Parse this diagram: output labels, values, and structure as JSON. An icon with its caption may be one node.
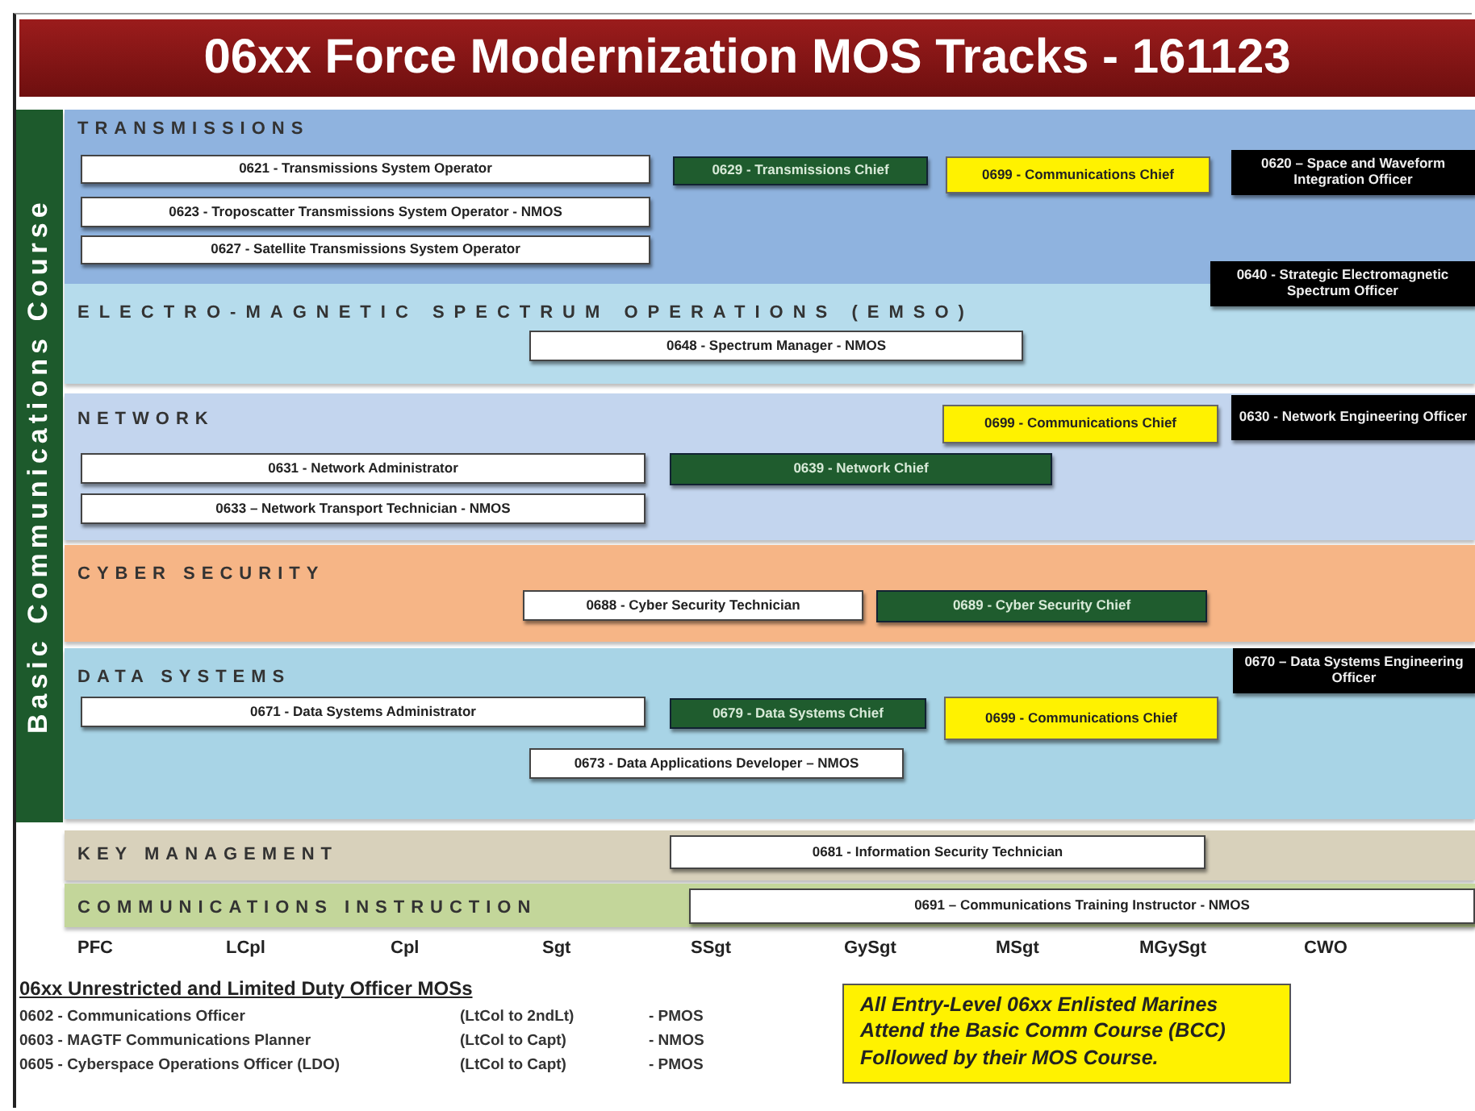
{
  "diagram": {
    "title": "06xx Force Modernization MOS Tracks - 161123",
    "nodes": [
      {
        "text": [
          "Basic Communications Course"
        ]
      },
      {
        "text": [
          "TRANSMISSIONS"
        ]
      },
      {
        "text": [
          "0621 - Transmissions System Operator"
        ],
        "in": 1
      },
      {
        "text": [
          "0629 - Transmissions Chief"
        ],
        "in": 1
      },
      {
        "text": [
          "0699 - Communications Chief"
        ],
        "in": 1
      },
      {
        "text": [
          "0620 – Space and Waveform Integration Officer"
        ],
        "in": 1
      },
      {
        "text": [
          "0623 - Troposcatter Transmissions System Operator - NMOS"
        ],
        "in": 1
      },
      {
        "text": [
          "0627 - Satellite Transmissions System Operator"
        ],
        "in": 1
      },
      {
        "text": [
          "0640 - Strategic Electromagnetic Spectrum Officer"
        ]
      },
      {
        "text": [
          "ELECTRO-MAGNETIC SPECTRUM OPERATIONS (EMSO)"
        ]
      },
      {
        "text": [
          "0648 - Spectrum Manager - NMOS"
        ],
        "in": 9
      },
      {
        "text": [
          "NETWORK"
        ]
      },
      {
        "text": [
          "0699 - Communications Chief"
        ],
        "in": 11
      },
      {
        "text": [
          "0630 - Network Engineering Officer"
        ],
        "in": 11
      },
      {
        "text": [
          "0631 - Network Administrator"
        ],
        "in": 11
      },
      {
        "text": [
          "0639 - Network Chief"
        ],
        "in": 11
      },
      {
        "text": [
          "0633 – Network Transport Technician - NMOS"
        ],
        "in": 11
      },
      {
        "text": [
          "CYBER SECURITY"
        ]
      },
      {
        "text": [
          "0688 - Cyber Security Technician"
        ],
        "in": 17
      },
      {
        "text": [
          "0689 - Cyber Security Chief"
        ],
        "in": 17
      },
      {
        "text": [
          "DATA SYSTEMS"
        ]
      },
      {
        "text": [
          "0670 – Data Systems Engineering Officer"
        ],
        "in": 20
      },
      {
        "text": [
          "0671 - Data Systems Administrator"
        ],
        "in": 20
      },
      {
        "text": [
          "0679 - Data Systems Chief"
        ],
        "in": 20
      },
      {
        "text": [
          "0699 - Communications Chief"
        ],
        "in": 20
      },
      {
        "text": [
          "0673 - Data Applications Developer – NMOS"
        ],
        "in": 20
      },
      {
        "text": [
          "KEY MANAGEMENT"
        ]
      },
      {
        "text": [
          "0681 - Information Security Technician"
        ],
        "in": 26
      },
      {
        "text": [
          "COMMUNICATIONS INSTRUCTION"
        ]
      },
      {
        "text": [
          "0691 – Communications Training Instructor - NMOS"
        ],
        "in": 28
      },
      {
        "text": [
          "All Entry-Level 06xx Enlisted Marines Attend the Basic Comm Course (BCC) Followed by their MOS Course."
        ]
      }
    ],
    "labels": [
      "PFC",
      "LCpl",
      "Cpl",
      "Sgt",
      "SSgt",
      "GySgt",
      "MSgt",
      "MGySgt",
      "CWO",
      "06xx Unrestricted and Limited Duty Officer MOSs",
      "0602 - Communications Officer",
      "(LtCol to 2ndLt)",
      "- PMOS",
      "0603 - MAGTF Communications Planner",
      "(LtCol to Capt)",
      "- NMOS",
      "0605 - Cyberspace Operations Officer (LDO)",
      "(LtCol to Capt)",
      "- PMOS"
    ]
  }
}
